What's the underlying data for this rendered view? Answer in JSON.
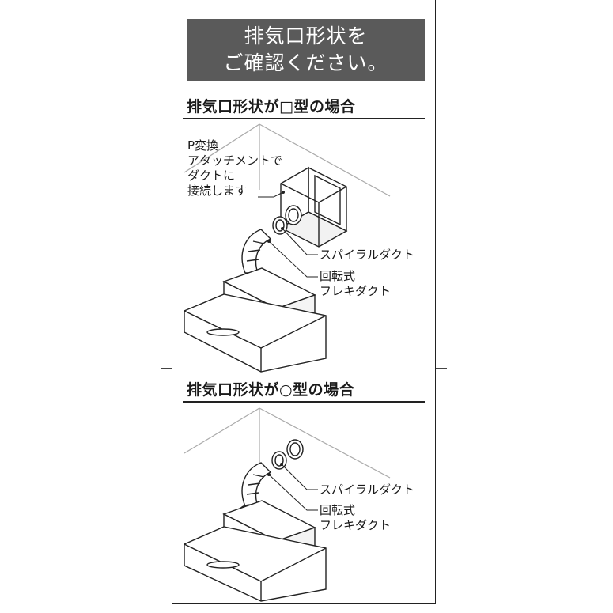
{
  "header": {
    "line1": "排気口形状を",
    "line2": "ご確認ください。"
  },
  "sections": [
    {
      "title": "排気口形状が□型の場合",
      "callouts": {
        "adapter": [
          "P変換",
          "アタッチメントで",
          "ダクトに",
          "接続します"
        ],
        "spiral_duct": "スパイラルダクト",
        "flex_duct": [
          "回転式",
          "フレキダクト"
        ]
      }
    },
    {
      "title": "排気口形状が○型の場合",
      "callouts": {
        "spiral_duct": "スパイラルダクト",
        "flex_duct": [
          "回転式",
          "フレキダクト"
        ]
      }
    }
  ],
  "colors": {
    "header_bg": "#5a5a5a",
    "header_text": "#ffffff",
    "line": "#222222",
    "wall_line": "#aaaaaa"
  }
}
